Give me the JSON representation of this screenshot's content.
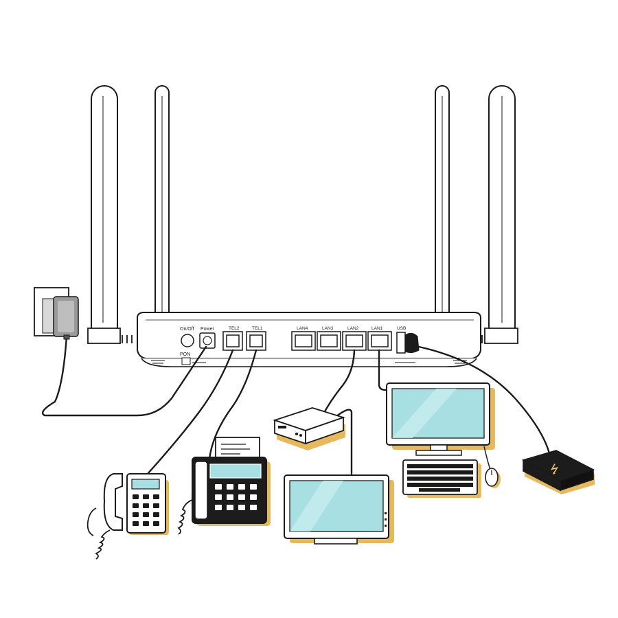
{
  "router": {
    "buttons": {
      "onoff": "On/Off",
      "power": "Power",
      "pon": "PON"
    },
    "tel_ports": [
      "TEL2",
      "TEL1"
    ],
    "lan_ports": [
      "LAN4",
      "LAN3",
      "LAN2",
      "LAN1"
    ],
    "usb_port": "USB"
  },
  "colors": {
    "outline": "#1a1a1a",
    "screen": "#a8dfe3",
    "shadow": "#e4b75c",
    "dark_device": "#1c1c1c",
    "usb_symbol": "#e9c46a"
  },
  "icons": {
    "power_adapter": "plug-adapter-icon",
    "phone": "telephone-icon",
    "fax": "fax-machine-icon",
    "stb": "set-top-box-icon",
    "tv": "television-icon",
    "pc": "desktop-computer-icon",
    "usb_drive": "usb-drive-icon"
  }
}
